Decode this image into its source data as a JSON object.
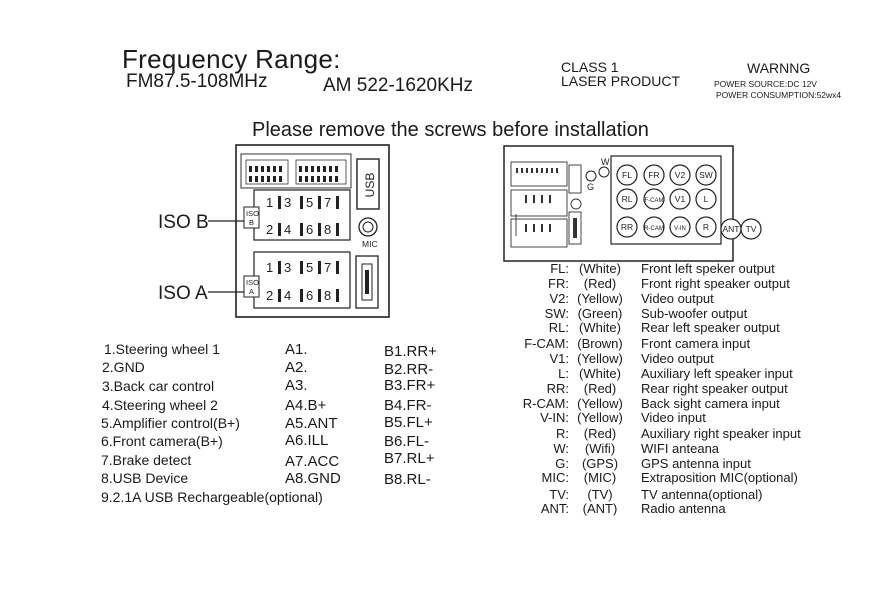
{
  "header": {
    "title": "Frequency Range:",
    "fm": "FM87.5-108MHz",
    "am": "AM 522-1620KHz",
    "class_line": "CLASS 1",
    "laser_line": "LASER PRODUCT",
    "warning": "WARNNG",
    "power_source": "POWER SOURCE:DC 12V",
    "power_consumption": "POWER CONSUMPTION:52wx4",
    "instruction": "Please remove the screws before  installation"
  },
  "left_diagram": {
    "iso_b_label": "ISO B",
    "iso_a_label": "ISO A",
    "iso_b_tag": [
      "ISO",
      "B"
    ],
    "iso_a_tag": [
      "ISO",
      "A"
    ],
    "usb_label": "USB",
    "mic_label": "MIC",
    "iso_b_rows": [
      [
        "1",
        "3",
        "5",
        "7"
      ],
      [
        "2",
        "4",
        "6",
        "8"
      ]
    ],
    "iso_a_rows": [
      [
        "1",
        "3",
        "5",
        "7"
      ],
      [
        "2",
        "4",
        "6",
        "8"
      ]
    ]
  },
  "right_diagram": {
    "w_label": "W",
    "g_label": "G",
    "circles": [
      "FL",
      "FR",
      "V2",
      "SW",
      "RL",
      "F-CAM",
      "V1",
      "L",
      "RR",
      "R-CAM",
      "V-IN",
      "R",
      "ANT",
      "TV"
    ]
  },
  "pins_functions": [
    "1.Steering wheel 1",
    "2.GND",
    "3.Back car control",
    "4.Steering wheel 2",
    "5.Amplifier control(B+)",
    "6.Front camera(B+)",
    "7.Brake detect",
    "8.USB Device",
    "9.2.1A USB Rechargeable(optional)"
  ],
  "pins_a": [
    "A1.",
    "A2.",
    "A3.",
    "A4.B+",
    "A5.ANT",
    "A6.ILL",
    "A7.ACC",
    "A8.GND"
  ],
  "pins_b": [
    "B1.RR+",
    "B2.RR-",
    "B3.FR+",
    "B4.FR-",
    "B5.FL+",
    "B6.FL-",
    "B7.RL+",
    "B8.RL-"
  ],
  "legend": [
    {
      "code": "FL:",
      "color": "(White)",
      "desc": "Front left speker  output"
    },
    {
      "code": "FR:",
      "color": "(Red)",
      "desc": "Front right speaker output"
    },
    {
      "code": "V2:",
      "color": "(Yellow)",
      "desc": "Video output"
    },
    {
      "code": "SW:",
      "color": "(Green)",
      "desc": "Sub-woofer output"
    },
    {
      "code": "RL:",
      "color": "(White)",
      "desc": "Rear left speaker output"
    },
    {
      "code": "F-CAM:",
      "color": "(Brown)",
      "desc": "Front camera input"
    },
    {
      "code": "V1:",
      "color": "(Yellow)",
      "desc": "Video output"
    },
    {
      "code": "L:",
      "color": "(White)",
      "desc": "Auxiliary left speaker input"
    },
    {
      "code": "RR:",
      "color": "(Red)",
      "desc": "Rear right speaker output"
    },
    {
      "code": "R-CAM:",
      "color": "(Yellow)",
      "desc": "Back sight camera input"
    },
    {
      "code": "V-IN:",
      "color": "(Yellow)",
      "desc": "Video input"
    },
    {
      "code": "R:",
      "color": "(Red)",
      "desc": "Auxiliary right speaker input"
    },
    {
      "code": "W:",
      "color": "(Wifi)",
      "desc": "WIFI anteana"
    },
    {
      "code": "G:",
      "color": "(GPS)",
      "desc": "GPS antenna input"
    },
    {
      "code": "MIC:",
      "color": "(MIC)",
      "desc": "Extraposition MIC(optional)"
    },
    {
      "code": "TV:",
      "color": "(TV)",
      "desc": "TV antenna(optional)"
    },
    {
      "code": "ANT:",
      "color": "(ANT)",
      "desc": "Radio antenna"
    }
  ]
}
